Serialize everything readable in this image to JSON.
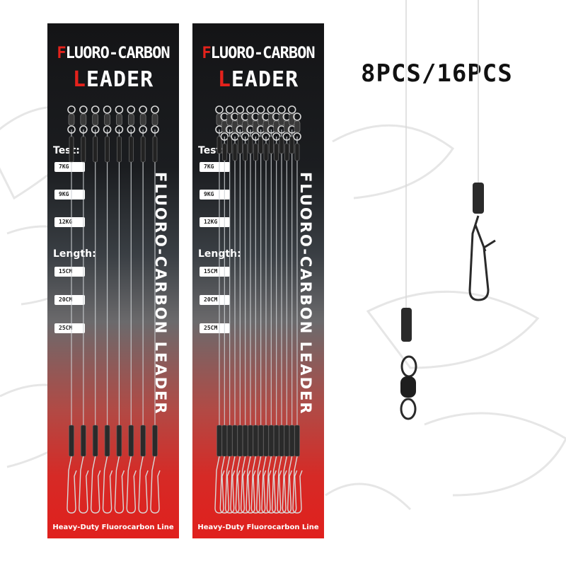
{
  "product": {
    "title_line1_first": "F",
    "title_line1_rest": "LUORO-CARBON",
    "title_line2_first": "L",
    "title_line2_rest": "EADER",
    "vertical_text": "FLUORO-CARBON LEADER",
    "test_label": "Test:",
    "test_options": [
      "7KG",
      "9KG",
      "12KG"
    ],
    "length_label": "Length:",
    "length_options": [
      "15CM",
      "20CM",
      "25CM"
    ],
    "footer": "Heavy-Duty Fluorocarbon Line",
    "count_label": "8PCS/16PCS"
  },
  "colors": {
    "accent_red": "#e4221c",
    "card_top": "#141416",
    "card_bottom": "#e0201d"
  },
  "icons": [
    "barrel-swivel-icon",
    "snap-clip-icon",
    "crimp-sleeve-icon",
    "fish-outline-icon"
  ],
  "packs": [
    {
      "id": "left",
      "leaders": 8
    },
    {
      "id": "right",
      "leaders": 16
    }
  ]
}
